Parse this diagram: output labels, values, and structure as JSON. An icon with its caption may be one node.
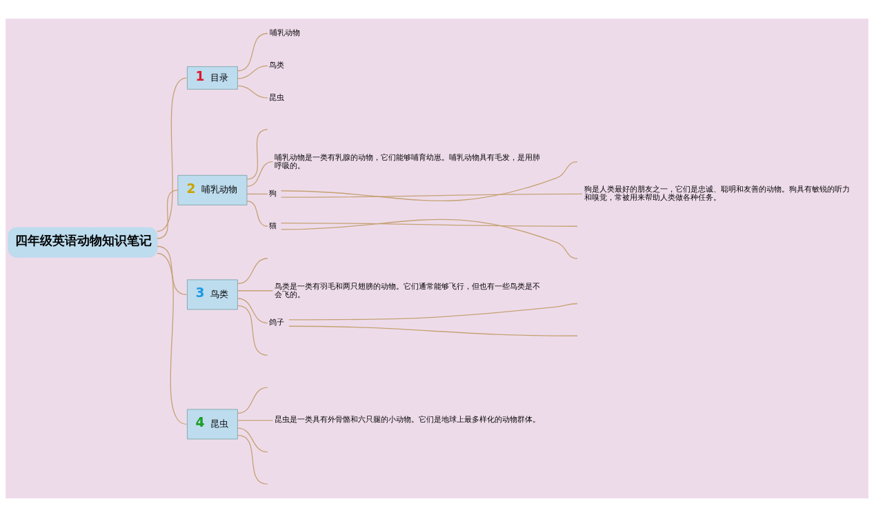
{
  "diagram": {
    "nodes": [
      {
        "text": [
          "四年级英语动物知识笔记"
        ]
      },
      {
        "text": [
          "1",
          "目录"
        ]
      },
      {
        "text": [
          "哺乳动物"
        ]
      },
      {
        "text": [
          "鸟类"
        ]
      },
      {
        "text": [
          "昆虫"
        ]
      },
      {
        "text": [
          "2",
          "哺乳动物"
        ]
      },
      {
        "text": [
          "哺乳动物是一类有乳腺的动物，它们能够哺育幼崽。哺乳动物具有毛发，是用肺呼吸的。"
        ]
      },
      {
        "text": [
          "狗"
        ]
      },
      {
        "text": [
          "狗是人类最好的朋友之一，它们是忠诚、聪明和友善的动物。狗具有敏锐的听力和嗅觉，常被用来帮助人类做各种任务。"
        ]
      },
      {
        "text": [
          "猫"
        ]
      },
      {
        "text": [
          "3",
          "鸟类"
        ]
      },
      {
        "text": [
          "鸟类是一类有羽毛和两只翅膀的动物。它们通常能够飞行，但也有一些鸟类是不会飞的。"
        ]
      },
      {
        "text": [
          "鸽子"
        ]
      },
      {
        "text": [
          "4",
          "昆虫"
        ]
      },
      {
        "text": [
          "昆虫是一类具有外骨骼和六只腿的小动物。它们是地球上最多样化的动物群体。"
        ]
      }
    ],
    "edges": [
      {
        "from": 0,
        "to": 1,
        "arrow": "none"
      },
      {
        "from": 1,
        "to": 2,
        "arrow": "none"
      },
      {
        "from": 1,
        "to": 3,
        "arrow": "none"
      },
      {
        "from": 1,
        "to": 4,
        "arrow": "none"
      },
      {
        "from": 0,
        "to": 5,
        "arrow": "none"
      },
      {
        "from": 5,
        "to": null,
        "arrow": "none"
      },
      {
        "from": 5,
        "to": 6,
        "arrow": "none"
      },
      {
        "from": 5,
        "to": 7,
        "arrow": "none"
      },
      {
        "from": 7,
        "to": null,
        "arrow": "none"
      },
      {
        "from": 7,
        "to": 8,
        "arrow": "none"
      },
      {
        "from": 5,
        "to": 9,
        "arrow": "none"
      },
      {
        "from": 9,
        "to": null,
        "arrow": "none"
      },
      {
        "from": 9,
        "to": null,
        "arrow": "none"
      },
      {
        "from": 0,
        "to": 10,
        "arrow": "none"
      },
      {
        "from": 10,
        "to": null,
        "arrow": "none"
      },
      {
        "from": 10,
        "to": 11,
        "arrow": "none"
      },
      {
        "from": 10,
        "to": 12,
        "arrow": "none"
      },
      {
        "from": 12,
        "to": null,
        "arrow": "none"
      },
      {
        "from": 12,
        "to": null,
        "arrow": "none"
      },
      {
        "from": 10,
        "to": null,
        "arrow": "none"
      },
      {
        "from": 0,
        "to": 13,
        "arrow": "none"
      },
      {
        "from": 13,
        "to": null,
        "arrow": "none"
      },
      {
        "from": 13,
        "to": 14,
        "arrow": "none"
      },
      {
        "from": 13,
        "to": null,
        "arrow": "none"
      },
      {
        "from": 13,
        "to": null,
        "arrow": "none"
      }
    ]
  }
}
